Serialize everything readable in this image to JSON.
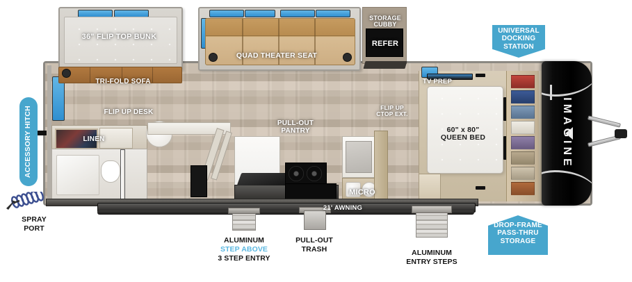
{
  "brand": {
    "rear_cap_text": "IMAGINE"
  },
  "interior_labels": {
    "flip_top_bunk": "36\" FLIP TOP BUNK",
    "tri_fold_sofa": "TRI-FOLD SOFA",
    "flip_up_desk": "FLIP UP DESK",
    "linen": "LINEN",
    "quad_theater_seat": "QUAD THEATER SEAT",
    "storage_cubby": "STORAGE\nCUBBY",
    "refer": "REFER",
    "pull_out_pantry": "PULL-OUT\nPANTRY",
    "flip_up_ctop_ext": "FLIP UP\nCTOP EXT.",
    "micro": "MICRO",
    "tv_prep": "TV PREP",
    "queen_bed": "60\" x 80\"\nQUEEN BED",
    "awning": "21' AWNING"
  },
  "badges": {
    "universal_docking_station": "UNIVERSAL\nDOCKING\nSTATION",
    "drop_frame_pass_thru_storage": "DROP-FRAME\nPASS-THRU\nSTORAGE",
    "accessory_hitch": "ACCESSORY HITCH",
    "badge_color": "#47a6cd"
  },
  "callouts": {
    "spray_port": "SPRAY\nPORT",
    "aluminum_step_line1": "ALUMINUM",
    "aluminum_step_line2": "STEP ABOVE",
    "aluminum_step_line3": "3 STEP ENTRY",
    "pull_out_trash": "PULL-OUT\nTRASH",
    "aluminum_entry_steps": "ALUMINUM\nENTRY STEPS",
    "accent_color": "#5bb7e0"
  },
  "icons": {
    "spray_port_icon": "coiled-hose-icon",
    "hitch_icon": "hitch-stub-icon",
    "chevron_icon": "chevron-left-icon"
  }
}
